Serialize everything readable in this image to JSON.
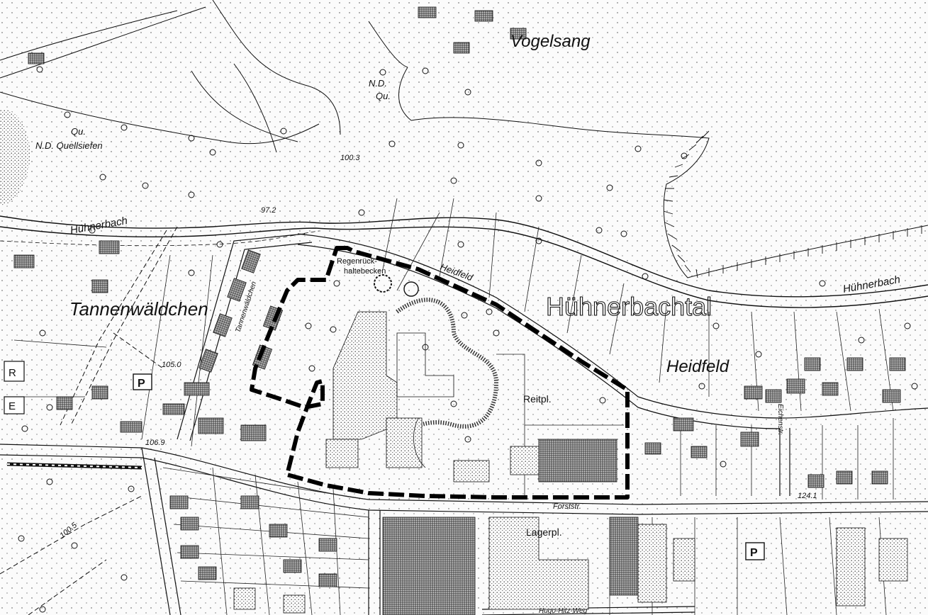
{
  "map": {
    "place_labels": {
      "vogelsang": "Vogelsang",
      "tannenwaeldchen": "Tannenwäldchen",
      "huehnerbachtal": "Hühnerbachtal",
      "heidfeld_large": "Heidfeld",
      "heidfeld_upper": "Heidfeld"
    },
    "stream_labels": {
      "huehnerbach_west": "Hühnerbach",
      "huehnerbach_east": "Hühnerbach"
    },
    "feature_labels": {
      "nd_upper": "N.D.",
      "qu_upper": "Qu.",
      "qu_left": "Qu.",
      "nd_quellsiefen": "N.D. Quellsiefen",
      "regenrueckhaltebecken_1": "Regenrück-",
      "regenrueckhaltebecken_2": "haltebecken",
      "reitpl": "Reitpl.",
      "lagerpl": "Lagerpl.",
      "parking_1": "P",
      "parking_2": "P",
      "building_r": "R",
      "building_e": "E"
    },
    "street_labels": {
      "forststr": "Forststr.",
      "tannenwaeldchen_weg": "Tannenwäldchen",
      "hugo_weg": "Hugo-Hitz-Weg",
      "eichenstr": "Eichenstr."
    },
    "elevations": {
      "e1": "100.3",
      "e2": "97.2",
      "e3": "105.0",
      "e4": "106.9",
      "e5": "124.1",
      "e6": "100.5"
    },
    "colors": {
      "ink": "#111111",
      "paper": "#fbfbfb",
      "hatch": "#9a9a9a"
    }
  }
}
